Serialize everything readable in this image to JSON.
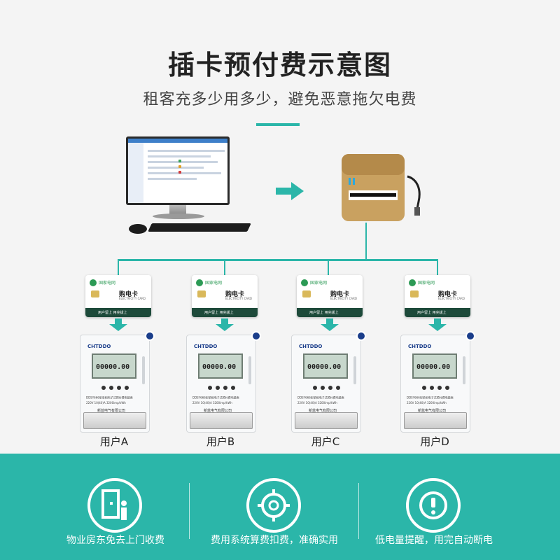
{
  "header": {
    "title": "插卡预付费示意图",
    "subtitle": "租客充多少用多少，避免恶意拖欠电费"
  },
  "colors": {
    "accent": "#2bb6a9",
    "card_band": "#1d4a3a",
    "meter_brand": "#1a3d8a"
  },
  "cards": {
    "logo_text": "国家电网",
    "label": "购电卡",
    "sublabel": "ELECTRICITY CARD",
    "band_text": "用户留上  用完拔上"
  },
  "meters": {
    "brand": "CHTDDO",
    "digits": "00000.00",
    "line1": "DDSY666型单相电子式预付费电能表",
    "line2": "220V  10(40)A  3200imp/kWh",
    "company": "新蓝电气有限公司",
    "users": [
      {
        "label": "用户A"
      },
      {
        "label": "用户B"
      },
      {
        "label": "用户C"
      },
      {
        "label": "用户D"
      }
    ]
  },
  "features": [
    {
      "text": "物业房东免去上门收费",
      "icon": "door-person-icon"
    },
    {
      "text": "费用系统算费扣费，准确实用",
      "icon": "target-icon"
    },
    {
      "text": "低电量提醒，用完自动断电",
      "icon": "alert-icon"
    }
  ]
}
